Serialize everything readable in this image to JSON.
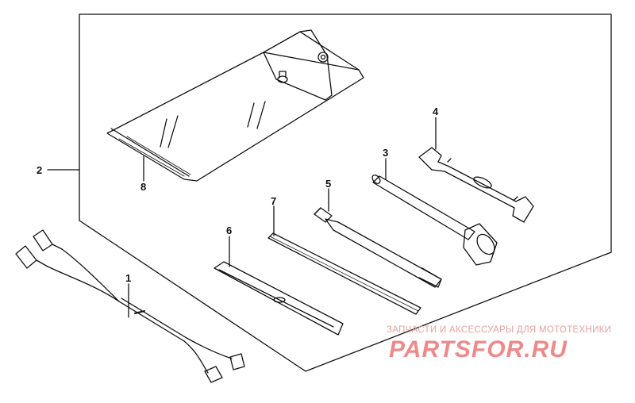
{
  "callouts": {
    "c1": "1",
    "c2": "2",
    "c3": "3",
    "c4": "4",
    "c5": "5",
    "c6": "6",
    "c7": "7",
    "c8": "8"
  },
  "watermark": {
    "tagline": "ЗАПЧАСТИ И АКСЕССУАРЫ ДЛЯ МОТОТЕХНИКИ",
    "logo": "PARTSFOR.RU"
  },
  "colors": {
    "line": "#111111",
    "watermark": "#ef8a8a"
  }
}
